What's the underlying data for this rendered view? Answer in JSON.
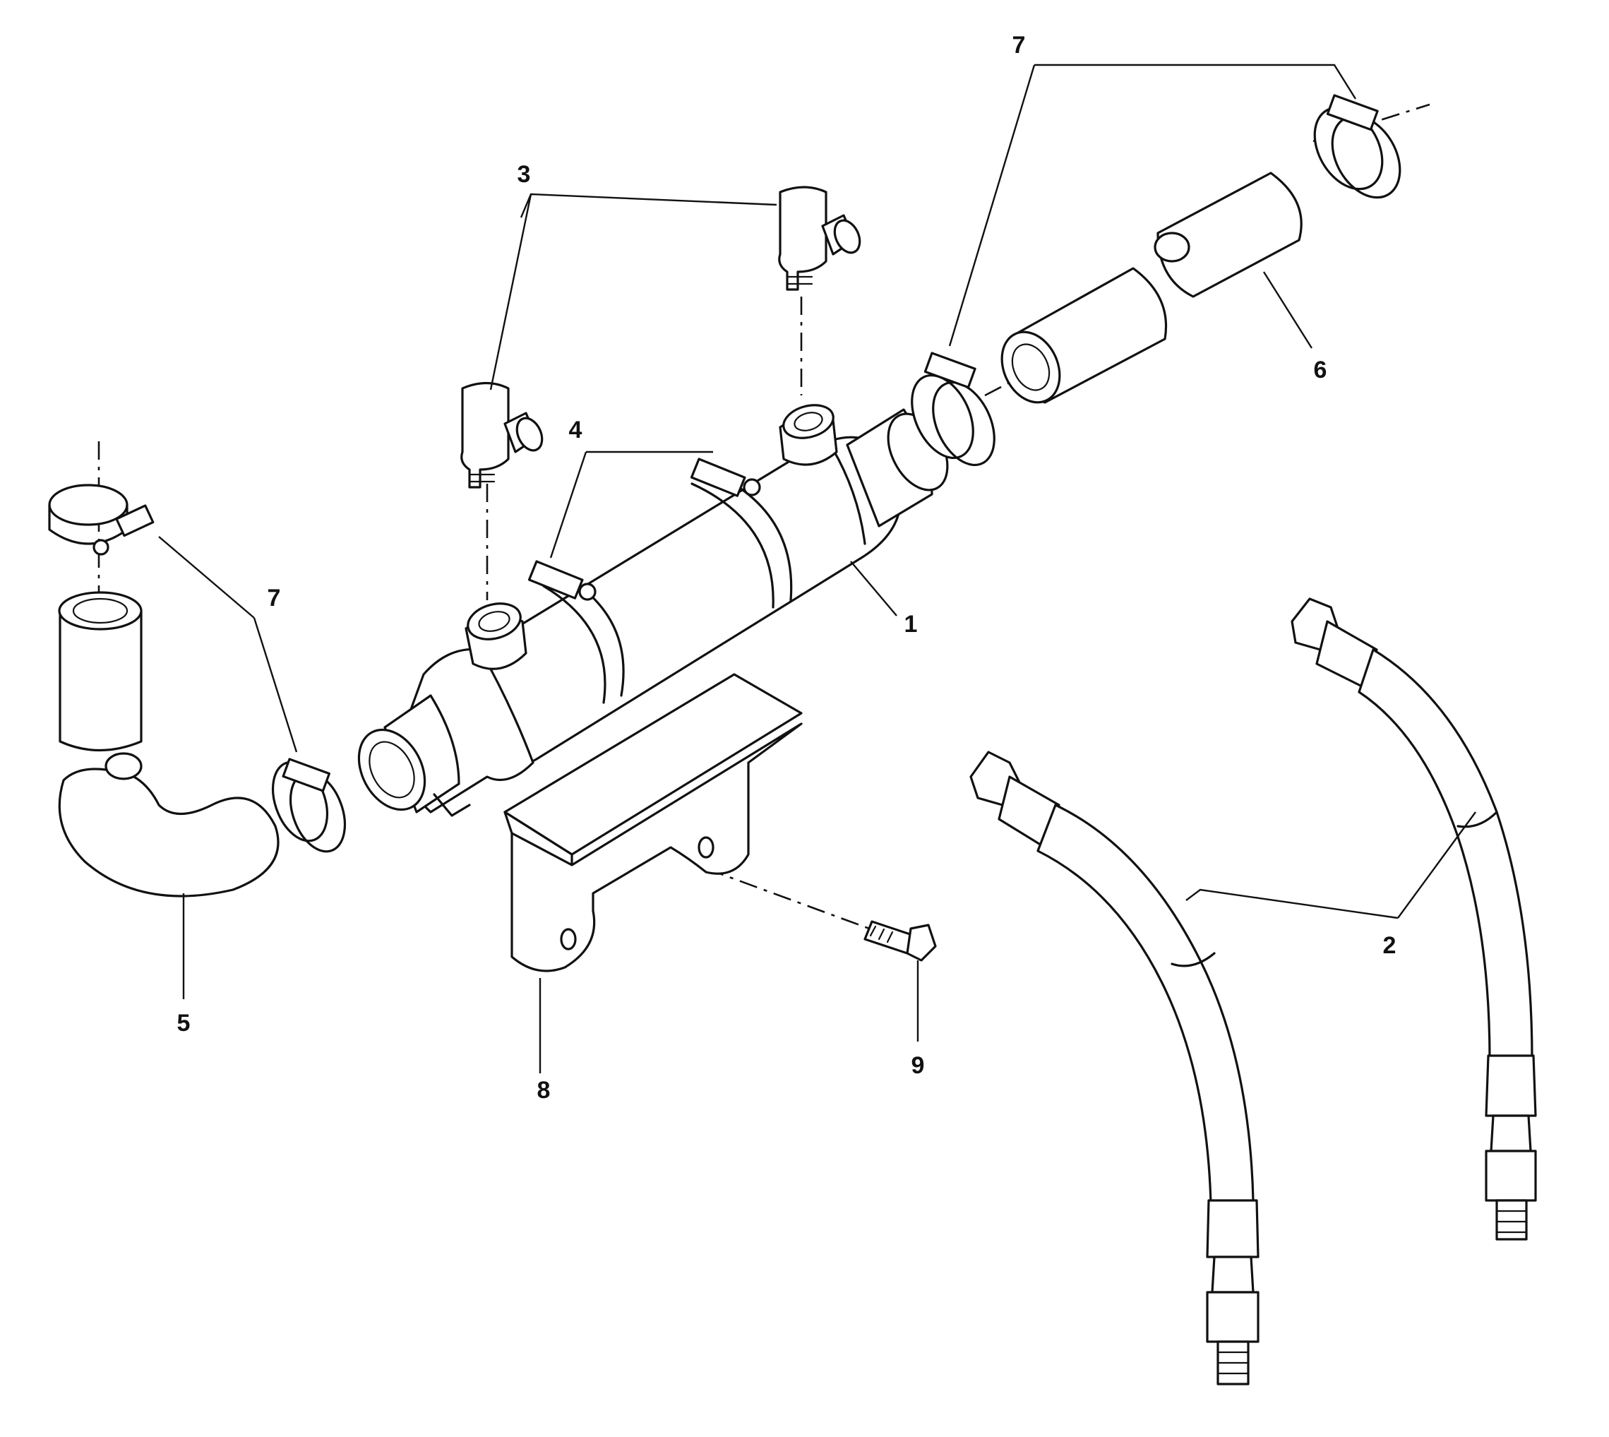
{
  "callouts": {
    "c1": "1",
    "c2": "2",
    "c3": "3",
    "c4": "4",
    "c5": "5",
    "c6": "6",
    "c7_top": "7",
    "c7_left": "7",
    "c8": "8",
    "c9": "9"
  },
  "colors": {
    "ink": "#111111",
    "paper": "#ffffff"
  }
}
